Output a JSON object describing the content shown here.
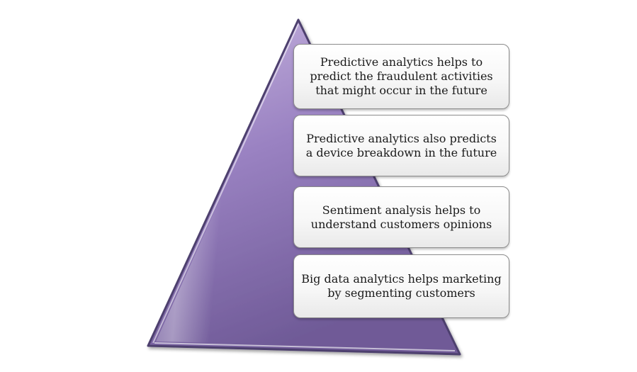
{
  "diagram": {
    "type": "pyramid-list",
    "colors": {
      "pyramid_light": "#c6b4de",
      "pyramid_mid": "#9a82c2",
      "pyramid_dark": "#6f5a97",
      "pyramid_edge": "#4e3f6e",
      "box_border": "#8c8c8c"
    },
    "items": [
      {
        "text": "Predictive analytics helps to predict the fraudulent activities that might occur in the future"
      },
      {
        "text": "Predictive analytics also predicts a device breakdown in the future"
      },
      {
        "text": "Sentiment analysis helps to understand customers opinions"
      },
      {
        "text": "Big data analytics helps marketing by segmenting customers"
      }
    ]
  }
}
